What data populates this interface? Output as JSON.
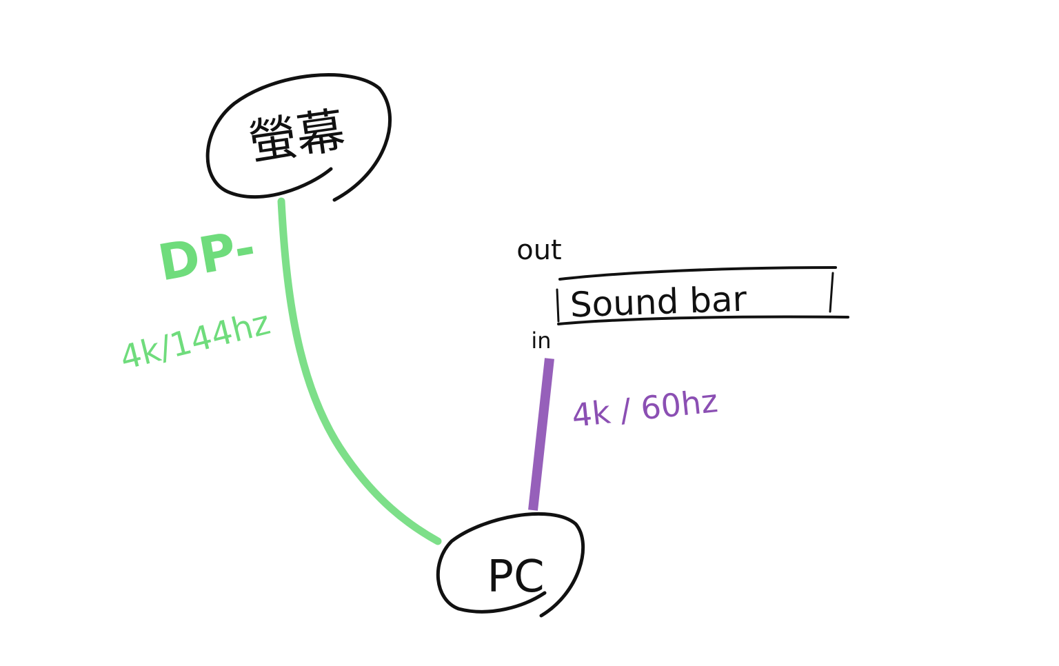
{
  "nodes": {
    "monitor": {
      "label": "螢幕"
    },
    "pc": {
      "label": "PC"
    },
    "soundbar": {
      "label": "Sound bar",
      "out_label": "out",
      "in_label": "in"
    }
  },
  "connections": [
    {
      "from": "pc",
      "to": "monitor",
      "type_label": "DP-",
      "spec_label": "4k/144hz",
      "color": "#6fdc7c"
    },
    {
      "from": "pc",
      "to": "soundbar",
      "spec_label": "4k / 60hz",
      "color": "#8b4fb3"
    }
  ]
}
